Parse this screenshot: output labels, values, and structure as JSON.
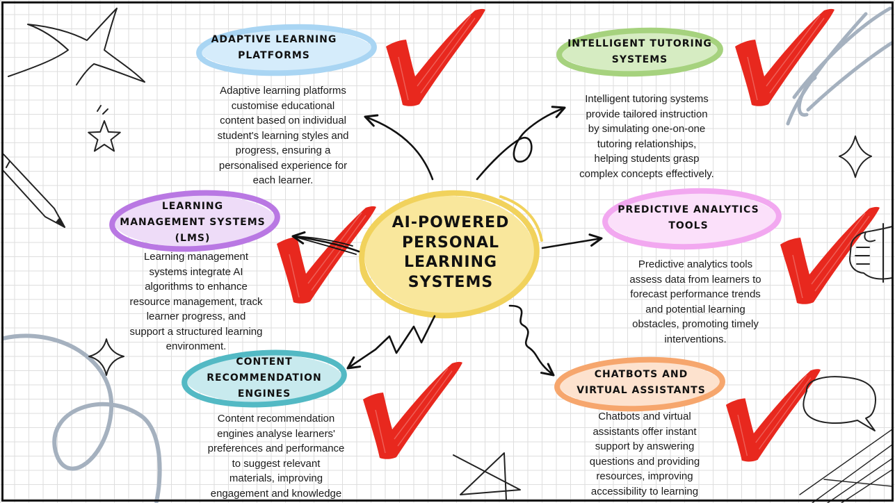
{
  "center": {
    "lines": [
      "AI-POWERED",
      "PERSONAL",
      "LEARNING",
      "SYSTEMS"
    ],
    "fill": "#f9e79c",
    "stroke": "#f1d25c"
  },
  "nodes": [
    {
      "title": [
        "ADAPTIVE LEARNING",
        "PLATFORMS"
      ],
      "description": [
        "Adaptive learning platforms",
        "customise educational",
        "content based on individual",
        "student's learning styles and",
        "progress, ensuring a",
        "personalised experience for",
        "each learner."
      ],
      "fill": "#d5ecfb",
      "stroke": "#a9d5f3"
    },
    {
      "title": [
        "INTELLIGENT TUTORING",
        "SYSTEMS"
      ],
      "description": [
        "Intelligent tutoring systems",
        "provide tailored instruction",
        "by simulating one-on-one",
        "tutoring relationships,",
        "helping students grasp",
        "complex concepts effectively."
      ],
      "fill": "#d6ecc2",
      "stroke": "#a6d27e"
    },
    {
      "title": [
        "LEARNING",
        "MANAGEMENT SYSTEMS",
        "(LMS)"
      ],
      "description": [
        "Learning management",
        "systems integrate AI",
        "algorithms to enhance",
        "resource management, track",
        "learner progress, and",
        "support a structured learning",
        "environment."
      ],
      "fill": "#eedcf8",
      "stroke": "#b978e3"
    },
    {
      "title": [
        "PREDICTIVE ANALYTICS",
        "TOOLS"
      ],
      "description": [
        "Predictive analytics tools",
        "assess data from learners to",
        "forecast performance trends",
        "and potential learning",
        "obstacles, promoting timely",
        "interventions."
      ],
      "fill": "#fbe0fa",
      "stroke": "#f2a8f0"
    },
    {
      "title": [
        "CONTENT",
        "RECOMMENDATION",
        "ENGINES"
      ],
      "description": [
        "Content recommendation",
        "engines analyse learners'",
        "preferences and performance",
        "to suggest relevant",
        "materials, improving",
        "engagement and knowledge"
      ],
      "fill": "#c8eaee",
      "stroke": "#53b9c4"
    },
    {
      "title": [
        "CHATBOTS AND",
        "VIRTUAL ASSISTANTS"
      ],
      "description": [
        "Chatbots and virtual",
        "assistants offer instant",
        "support by answering",
        "questions and providing",
        "resources, improving",
        "accessibility to learning"
      ],
      "fill": "#fde2ce",
      "stroke": "#f6a66d"
    }
  ],
  "colors": {
    "checkmark": "#e8281e",
    "doodle_gray": "#a5b1bf",
    "ink": "#111111"
  },
  "icons": {
    "node_marker": "checkmark-icon",
    "connector": "hand-drawn-arrow-icon",
    "doodles": [
      "star-doodle-icon",
      "pencil-icon",
      "sparkle-icon",
      "speech-bubble-icon",
      "hand-icon"
    ]
  }
}
